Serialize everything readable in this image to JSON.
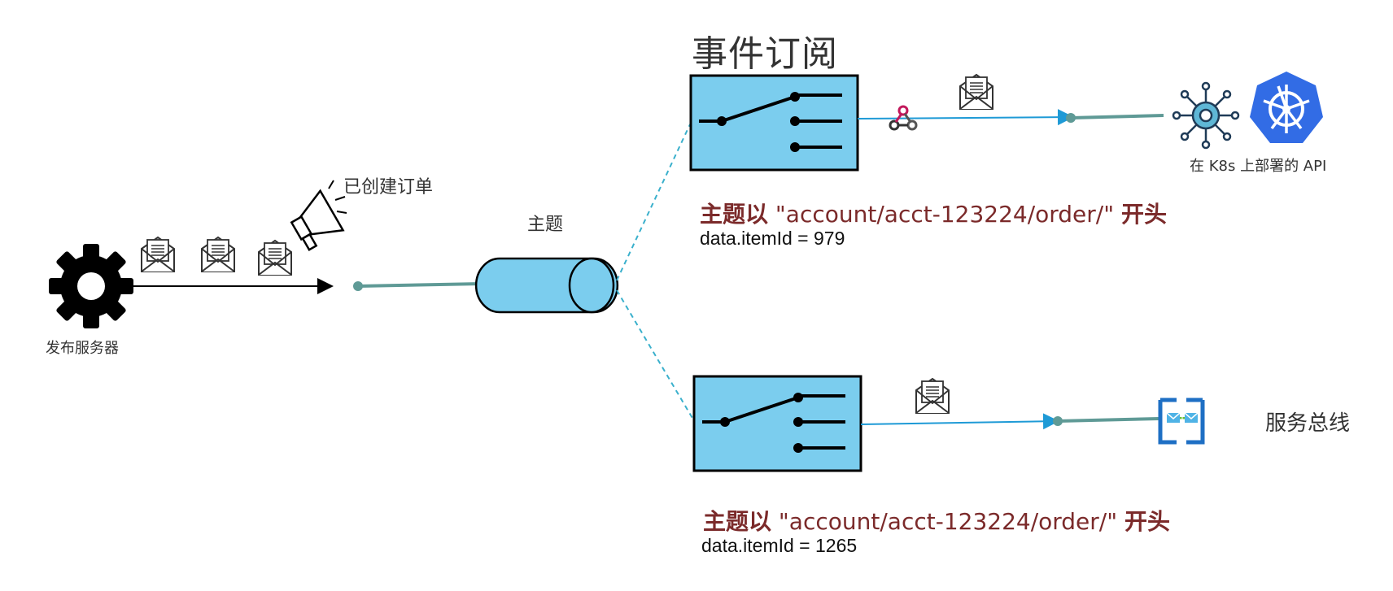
{
  "diagram": {
    "title": "事件订阅",
    "topic_label": "主题",
    "publisher_label": "发布服务器",
    "event_label": "已创建订单",
    "subscription1": {
      "filter_prefix": "主题以",
      "filter_value": "\"account/acct-123224/order/\"",
      "filter_suffix": "开头",
      "condition": "data.itemId = 979",
      "target_label": "在 K8s 上部署的 API"
    },
    "subscription2": {
      "filter_prefix": "主题以",
      "filter_value": "\"account/acct-123224/order/\"",
      "filter_suffix": "开头",
      "condition": "data.itemId = 1265",
      "target_label": "服务总线"
    }
  },
  "colors": {
    "switch_fill": "#7bcdee",
    "topic_fill": "#7bcdee",
    "teal_line": "#5f9a96",
    "blue_arrow": "#1e9ad6",
    "dashed": "#3ab0cc",
    "k8s_blue": "#326ce5",
    "filter_text": "#7b2a2a"
  },
  "icons": [
    "gear-icon",
    "envelope-icon",
    "megaphone-icon",
    "webhook-icon",
    "k8s-icon",
    "hub-icon",
    "servicebus-icon"
  ]
}
